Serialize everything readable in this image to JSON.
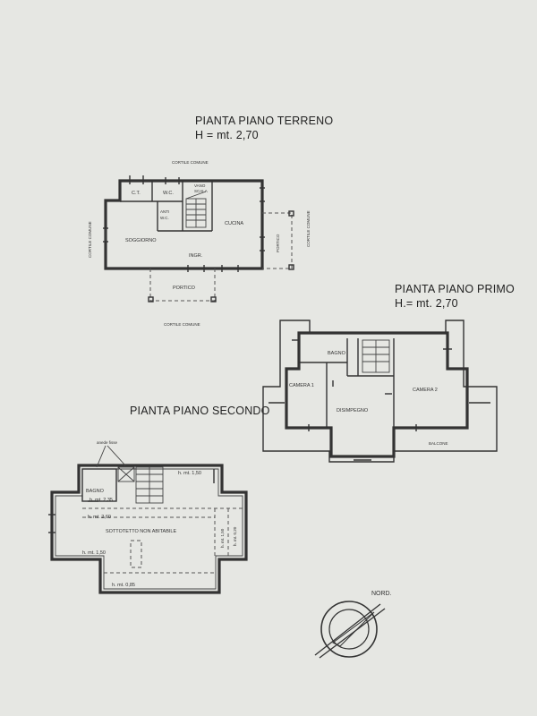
{
  "ground_floor": {
    "title": "PIANTA PIANO TERRENO",
    "height": "H = mt. 2,70",
    "labels": {
      "cortile_top": "CORTILE COMUNE",
      "cortile_left": "CORTILE COMUNE",
      "cortile_right": "CORTILE COMUNE",
      "cortile_bottom": "CORTILE COMUNE",
      "ct": "C.T.",
      "wc": "W.C.",
      "vano_scala_1": "VANO",
      "vano_scala_2": "SCALA",
      "antiwc_1": "ANTI",
      "antiwc_2": "W.C.",
      "soggiorno": "SOGGIORNO",
      "cucina": "CUCINA",
      "ingr": "INGR.",
      "portico_bottom": "PORTICO",
      "portico_right": "PORTICO"
    }
  },
  "first_floor": {
    "title": "PIANTA PIANO PRIMO",
    "height": "H.= mt. 2,70",
    "labels": {
      "bagno": "BAGNO",
      "camera1": "CAMERA 1",
      "camera2": "CAMERA 2",
      "disimpegno": "DISIMPEGNO",
      "balcone": "BALCONE"
    }
  },
  "second_floor": {
    "title": "PIANTA PIANO SECONDO",
    "labels": {
      "anede_fisse": "anede fisse",
      "bagno": "BAGNO",
      "h_150_top": "h. mt. 1,50",
      "h_235": "h. mt. 2,35",
      "h_260": "h. mt. 2,60",
      "sottotetto": "SOTTOTETTO NON ABITABILE",
      "h_150_vert": "h. mt. 1,50",
      "h_020_vert": "h. mt. 0,20",
      "h_150_left": "h. mt. 1,50",
      "h_085": "h. mt. 0,85"
    }
  },
  "compass": {
    "label": "NORD."
  }
}
